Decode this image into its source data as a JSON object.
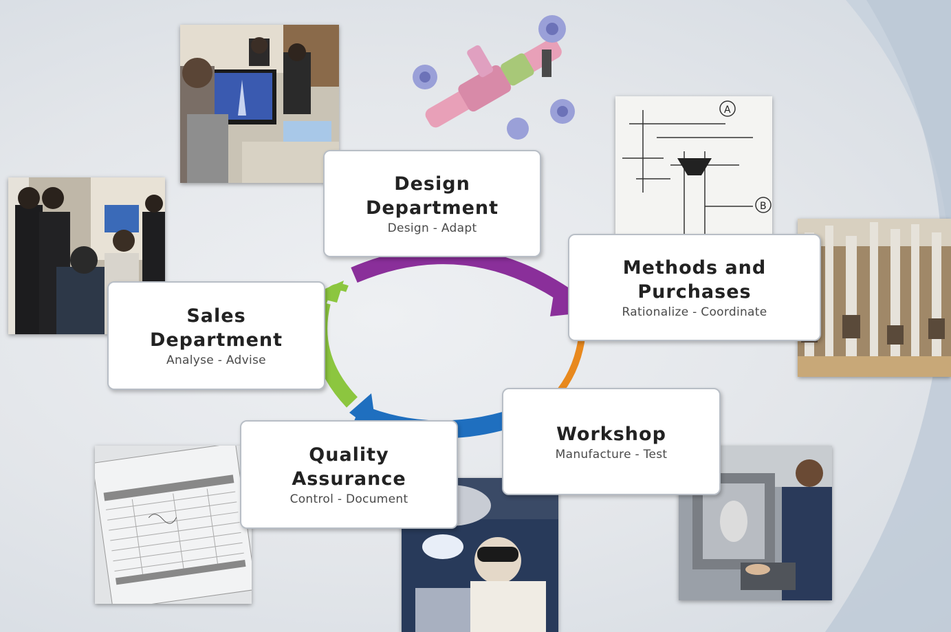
{
  "departments": [
    {
      "title_line1": "Design",
      "title_line2": "Department",
      "subtitle": "Design - Adapt",
      "arrow_color": "#8a2f9a"
    },
    {
      "title_line1": "Methods and",
      "title_line2": "Purchases",
      "subtitle": "Rationalize - Coordinate",
      "arrow_color": "#e8891e"
    },
    {
      "title_line1": "Workshop",
      "title_line2": "",
      "subtitle": "Manufacture - Test",
      "arrow_color": "#1f6fbf"
    },
    {
      "title_line1": "Quality",
      "title_line2": "Assurance",
      "subtitle": "Control - Document",
      "arrow_color": ""
    },
    {
      "title_line1": "Sales",
      "title_line2": "Department",
      "subtitle": "Analyse - Advise",
      "arrow_color": "#8cc63f"
    }
  ],
  "photos": [
    {
      "name": "office-cad-workstation-photo"
    },
    {
      "name": "valve-3d-model-render"
    },
    {
      "name": "technical-drawing-photo"
    },
    {
      "name": "meeting-people-photo"
    },
    {
      "name": "industrial-machinery-photo"
    },
    {
      "name": "inspection-document-photo"
    },
    {
      "name": "welder-photo"
    },
    {
      "name": "cnc-machine-operator-photo"
    }
  ]
}
